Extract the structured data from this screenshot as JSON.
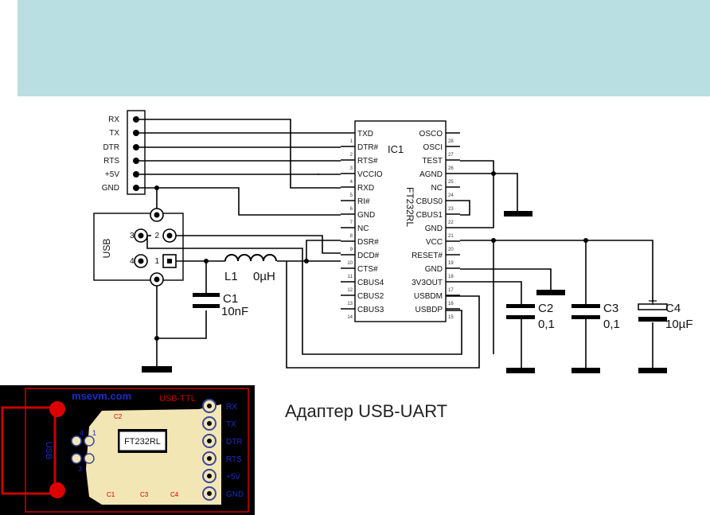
{
  "connector": {
    "labels": [
      "RX",
      "TX",
      "DTR",
      "RTS",
      "+5V",
      "GND"
    ]
  },
  "usb": {
    "label": "USB",
    "pins": [
      "1",
      "2",
      "3",
      "4"
    ]
  },
  "ic": {
    "designator": "IC1",
    "part": "FT232RL",
    "left_pins": [
      {
        "name": "TXD",
        "num": "1"
      },
      {
        "name": "DTR#",
        "num": "2"
      },
      {
        "name": "RTS#",
        "num": "3"
      },
      {
        "name": "VCCIO",
        "num": "4"
      },
      {
        "name": "RXD",
        "num": "5"
      },
      {
        "name": "RI#",
        "num": "6"
      },
      {
        "name": "GND",
        "num": "7"
      },
      {
        "name": "NC",
        "num": "8"
      },
      {
        "name": "DSR#",
        "num": "9"
      },
      {
        "name": "DCD#",
        "num": "10"
      },
      {
        "name": "CTS#",
        "num": "11"
      },
      {
        "name": "CBUS4",
        "num": "12"
      },
      {
        "name": "CBUS2",
        "num": "13"
      },
      {
        "name": "CBUS3",
        "num": "14"
      }
    ],
    "right_pins": [
      {
        "name": "OSCO",
        "num": "28"
      },
      {
        "name": "OSCI",
        "num": "27"
      },
      {
        "name": "TEST",
        "num": "26"
      },
      {
        "name": "AGND",
        "num": "25"
      },
      {
        "name": "NC",
        "num": "24"
      },
      {
        "name": "CBUS0",
        "num": "23"
      },
      {
        "name": "CBUS1",
        "num": "22"
      },
      {
        "name": "GND",
        "num": "21"
      },
      {
        "name": "VCC",
        "num": "20"
      },
      {
        "name": "RESET#",
        "num": "19"
      },
      {
        "name": "GND",
        "num": "18"
      },
      {
        "name": "3V3OUT",
        "num": "17"
      },
      {
        "name": "USBDM",
        "num": "16"
      },
      {
        "name": "USBDP",
        "num": "15"
      }
    ]
  },
  "components": {
    "l1": {
      "name": "L1",
      "value": "0µH"
    },
    "c1": {
      "name": "C1",
      "value": "10nF"
    },
    "c2": {
      "name": "C2",
      "value": "0,1"
    },
    "c3": {
      "name": "C3",
      "value": "0,1"
    },
    "c4": {
      "name": "C4",
      "value": "10µF"
    }
  },
  "pcb": {
    "site": "msevm.com",
    "title": "USB-TTL",
    "chip": "FT232RL",
    "usb": "USB",
    "pins": [
      "RX",
      "TX",
      "DTR",
      "RTS",
      "+5V",
      "GND"
    ],
    "usb_pins": [
      "4",
      "1",
      "3"
    ],
    "parts": [
      "C1",
      "C2",
      "C3",
      "C4"
    ]
  },
  "caption": "Адаптер USB-UART",
  "colors": {
    "banner": "#b9dfe2",
    "pcb_board": "#f3e6b5",
    "pcb_frame": "#cc0000",
    "pcb_text": "#1a2cc8"
  }
}
